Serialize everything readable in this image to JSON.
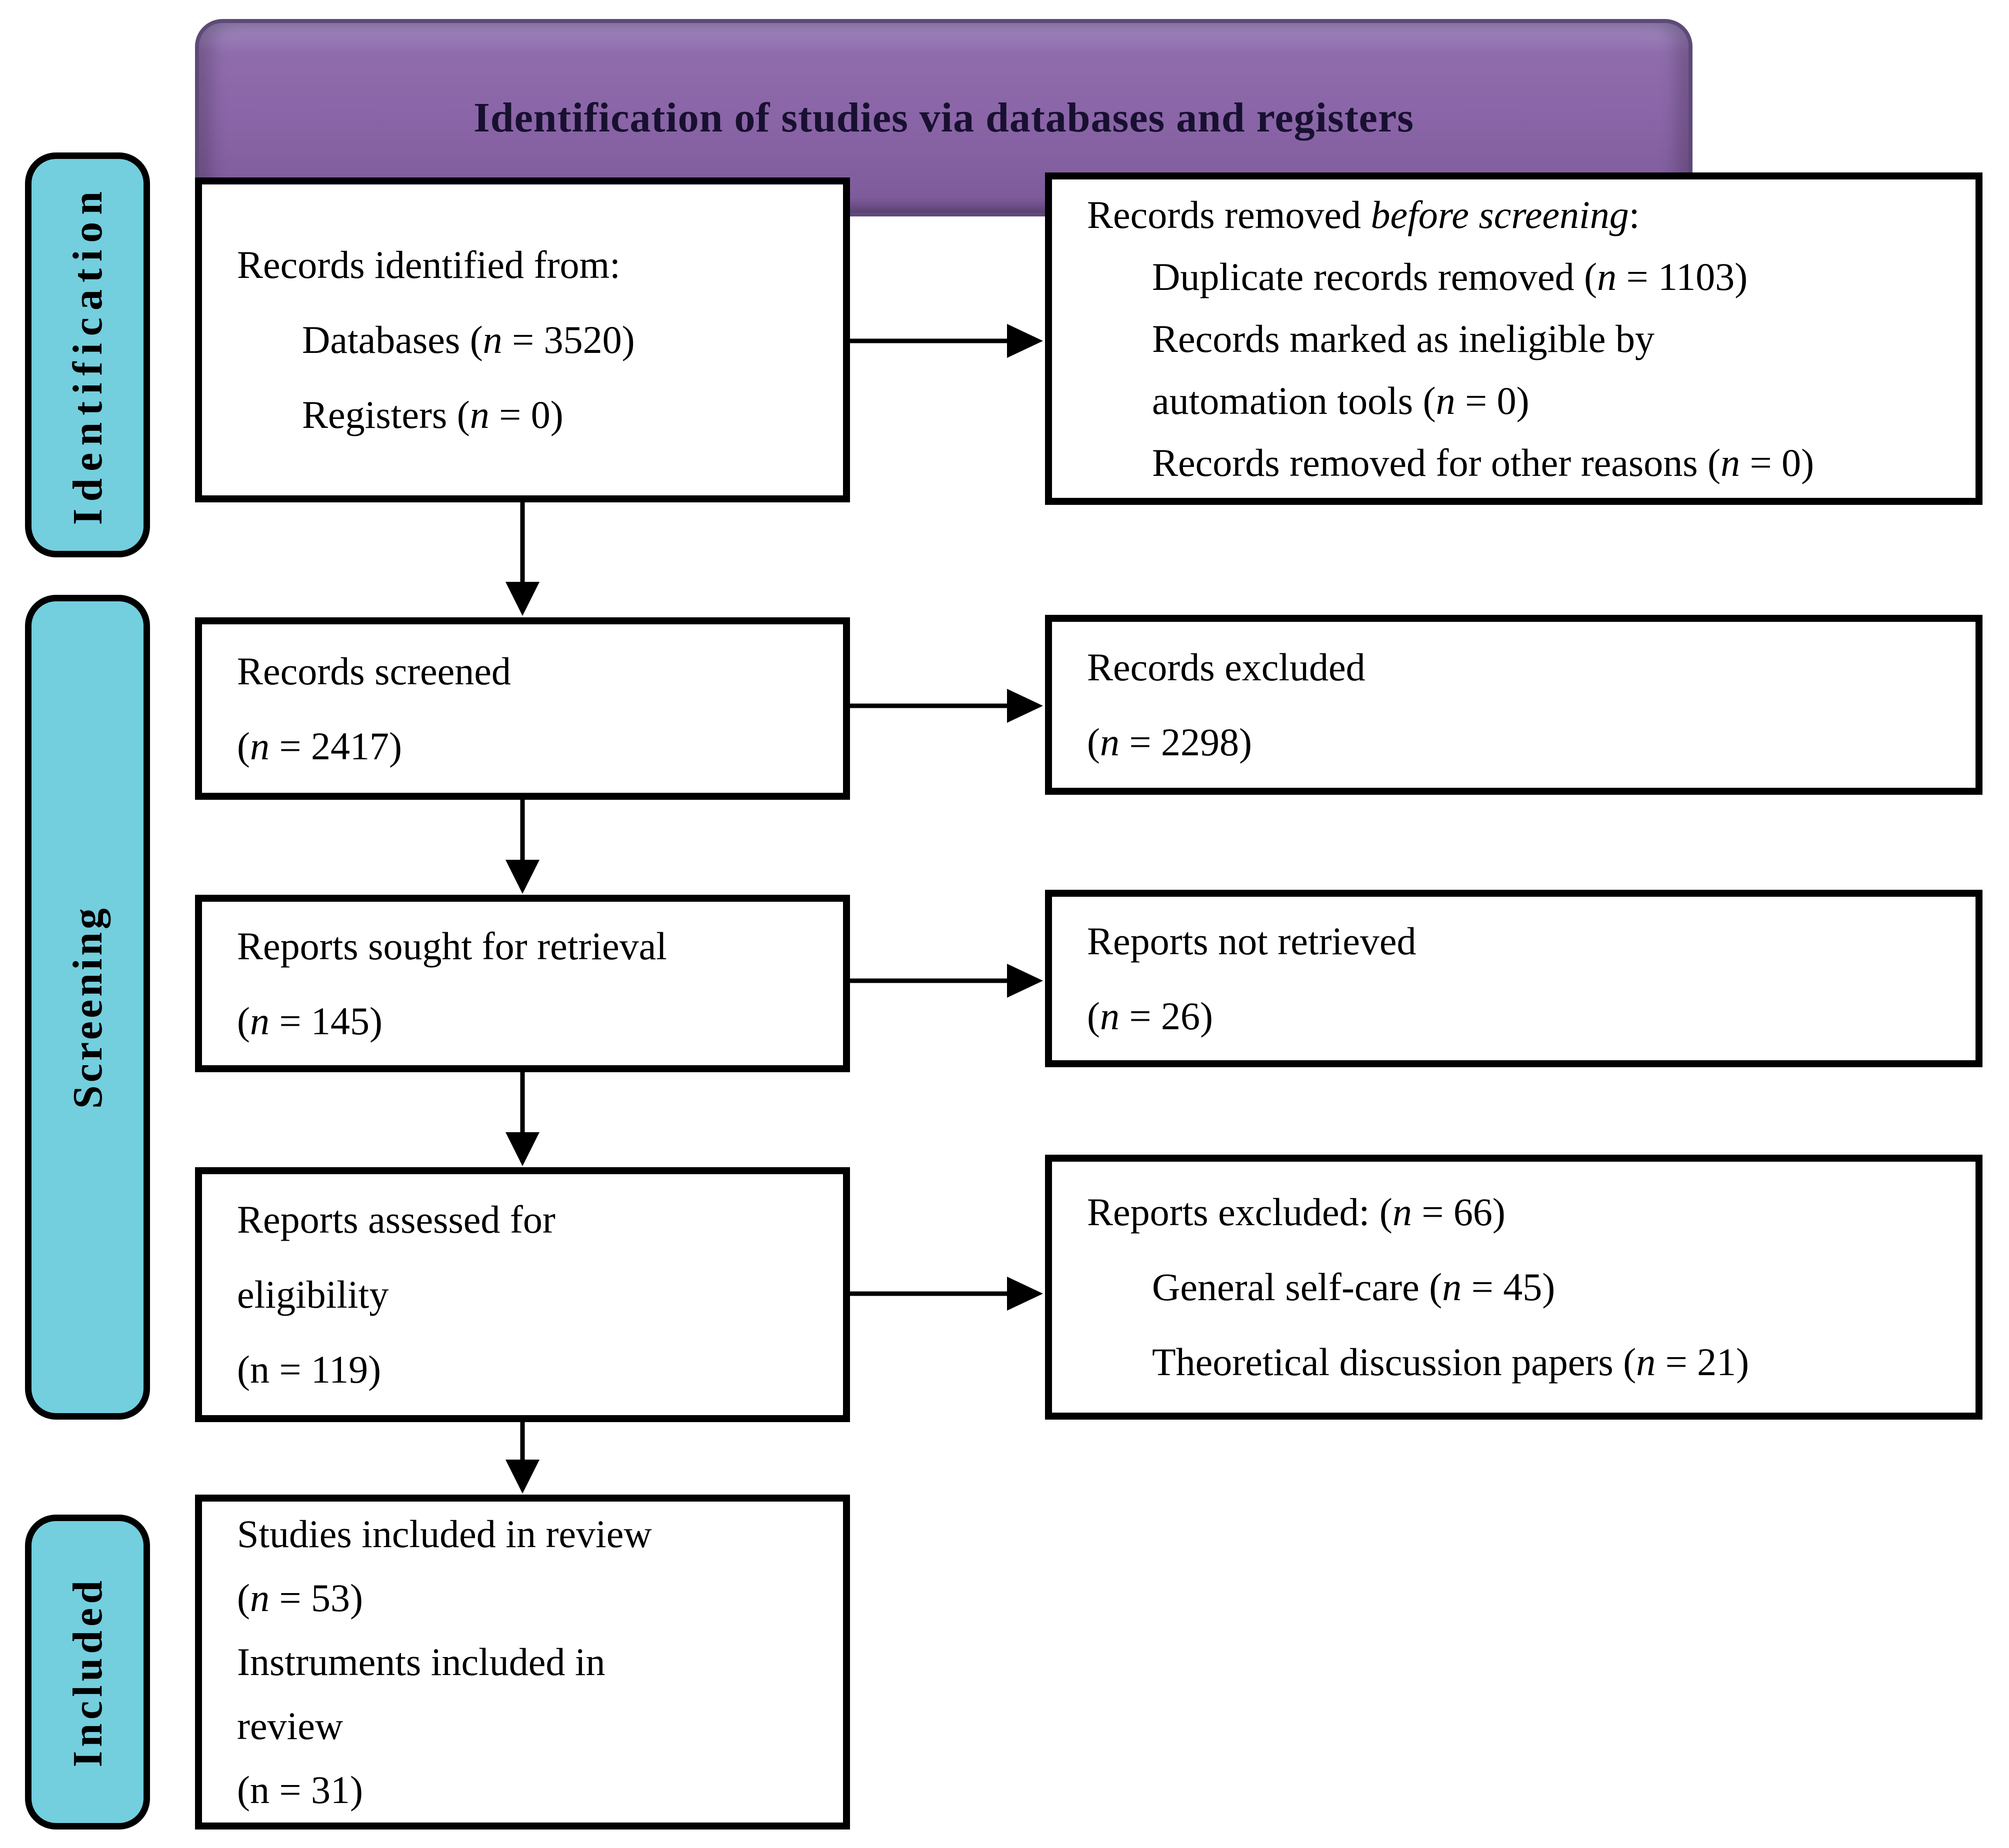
{
  "header": {
    "title": "Identification of studies via databases and registers"
  },
  "sidebars": [
    {
      "label": "Identification"
    },
    {
      "label": "Screening"
    },
    {
      "label": "Included"
    }
  ],
  "boxes": [
    {
      "name": "records-identified",
      "lines": [
        {
          "indent": 0,
          "parts": [
            [
              "Records identified from:",
              ""
            ]
          ]
        },
        {
          "indent": 1,
          "parts": [
            [
              "Databases (",
              ""
            ],
            [
              "n",
              "i"
            ],
            [
              " = 3520)",
              ""
            ]
          ]
        },
        {
          "indent": 1,
          "parts": [
            [
              "Registers (",
              ""
            ],
            [
              "n",
              "i"
            ],
            [
              " = 0)",
              ""
            ]
          ]
        }
      ]
    },
    {
      "name": "records-removed-before-screening",
      "lines": [
        {
          "indent": 0,
          "parts": [
            [
              "Records removed ",
              ""
            ],
            [
              "before screening",
              "i"
            ],
            [
              ":",
              ""
            ]
          ]
        },
        {
          "indent": 1,
          "parts": [
            [
              "Duplicate records removed (",
              ""
            ],
            [
              "n",
              "i"
            ],
            [
              " = 1103)",
              ""
            ]
          ]
        },
        {
          "indent": 1,
          "parts": [
            [
              "Records marked as ineligible by",
              ""
            ]
          ]
        },
        {
          "indent": 1,
          "parts": [
            [
              "automation tools (",
              ""
            ],
            [
              "n",
              "i"
            ],
            [
              " = 0)",
              ""
            ]
          ]
        },
        {
          "indent": 1,
          "parts": [
            [
              "Records removed for other reasons (",
              ""
            ],
            [
              "n",
              "i"
            ],
            [
              " = 0)",
              ""
            ]
          ]
        }
      ]
    },
    {
      "name": "records-screened",
      "lines": [
        {
          "indent": 0,
          "parts": [
            [
              "Records screened",
              ""
            ]
          ]
        },
        {
          "indent": 0,
          "parts": [
            [
              "(",
              ""
            ],
            [
              "n",
              "i"
            ],
            [
              " = 2417)",
              ""
            ]
          ]
        }
      ]
    },
    {
      "name": "records-excluded",
      "lines": [
        {
          "indent": 0,
          "parts": [
            [
              "Records excluded",
              ""
            ]
          ]
        },
        {
          "indent": 0,
          "parts": [
            [
              "(",
              ""
            ],
            [
              "n",
              "i"
            ],
            [
              " = 2298)",
              ""
            ]
          ]
        }
      ]
    },
    {
      "name": "reports-sought-for-retrieval",
      "lines": [
        {
          "indent": 0,
          "parts": [
            [
              "Reports sought for retrieval",
              ""
            ]
          ]
        },
        {
          "indent": 0,
          "parts": [
            [
              "(",
              ""
            ],
            [
              "n",
              "i"
            ],
            [
              " = 145)",
              ""
            ]
          ]
        }
      ]
    },
    {
      "name": "reports-not-retrieved",
      "lines": [
        {
          "indent": 0,
          "parts": [
            [
              "Reports not retrieved",
              ""
            ]
          ]
        },
        {
          "indent": 0,
          "parts": [
            [
              "(",
              ""
            ],
            [
              "n",
              "i"
            ],
            [
              " = 26)",
              ""
            ]
          ]
        }
      ]
    },
    {
      "name": "reports-assessed-for-eligibility",
      "lines": [
        {
          "indent": 0,
          "parts": [
            [
              "Reports assessed for",
              ""
            ]
          ]
        },
        {
          "indent": 0,
          "parts": [
            [
              "eligibility",
              ""
            ]
          ]
        },
        {
          "indent": 0,
          "parts": [
            [
              "(n = 119)",
              ""
            ]
          ]
        }
      ]
    },
    {
      "name": "reports-excluded",
      "lines": [
        {
          "indent": 0,
          "parts": [
            [
              "Reports excluded: (",
              ""
            ],
            [
              "n",
              "i"
            ],
            [
              " = 66)",
              ""
            ]
          ]
        },
        {
          "indent": 1,
          "parts": [
            [
              "General self-care (",
              ""
            ],
            [
              "n",
              "i"
            ],
            [
              " = 45)",
              ""
            ]
          ]
        },
        {
          "indent": 1,
          "parts": [
            [
              "Theoretical discussion papers (",
              ""
            ],
            [
              "n",
              "i"
            ],
            [
              " = 21)",
              ""
            ]
          ]
        }
      ]
    },
    {
      "name": "studies-included-in-review",
      "lines": [
        {
          "indent": 0,
          "parts": [
            [
              "Studies included in review",
              ""
            ]
          ]
        },
        {
          "indent": 0,
          "parts": [
            [
              "(",
              ""
            ],
            [
              "n",
              "i"
            ],
            [
              " = 53)",
              ""
            ]
          ]
        },
        {
          "indent": 0,
          "parts": [
            [
              "Instruments included in",
              ""
            ]
          ]
        },
        {
          "indent": 0,
          "parts": [
            [
              "review",
              ""
            ]
          ]
        },
        {
          "indent": 0,
          "parts": [
            [
              "(n = 31)",
              ""
            ]
          ]
        }
      ]
    }
  ],
  "colors": {
    "header_fill": "#8a65a7",
    "header_border": "#5d4a78",
    "sidebar_fill": "#73cede",
    "box_border": "#000000",
    "text": "#000000"
  }
}
